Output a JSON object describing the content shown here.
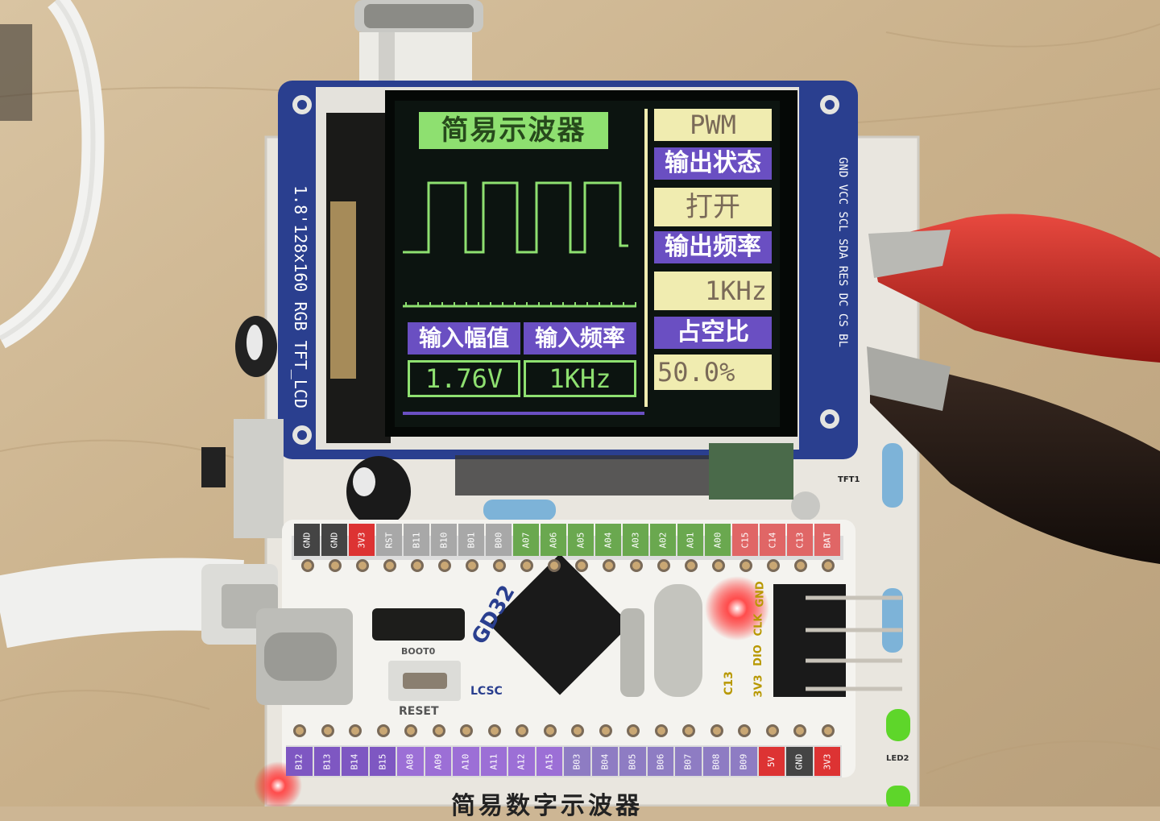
{
  "lcd_module": {
    "silkscreen": "1.8'128x160 RGB TFT_LCD",
    "pin_labels": [
      "GND",
      "VCC",
      "SCL",
      "SDA",
      "RES",
      "DC",
      "CS",
      "BL"
    ]
  },
  "screen": {
    "title": "简易示波器",
    "right_panel": {
      "mode": "PWM",
      "output_state_label": "输出状态",
      "output_state_value": "打开",
      "output_freq_label": "输出频率",
      "output_freq_value": "1KHz",
      "duty_label": "占空比",
      "duty_value": "50.0%"
    },
    "measure": {
      "amp_label": "输入幅值",
      "freq_label": "输入频率",
      "amp_value": "1.76V",
      "freq_value": "1KHz"
    },
    "colors": {
      "title_bg": "#8ee070",
      "label_bg": "#6a4fc2",
      "value_bg": "#f0ecb0",
      "trace": "#8ee070",
      "screen_bg": "#0c1410"
    }
  },
  "board": {
    "tft_label": "TFT1",
    "top_pins": [
      "GND",
      "GND",
      "3V3",
      "RST",
      "B11",
      "B10",
      "B01",
      "B00",
      "A07",
      "A06",
      "A05",
      "A04",
      "A03",
      "A02",
      "A01",
      "A00",
      "C15",
      "C14",
      "C13",
      "BAT"
    ],
    "bottom_pins": [
      "B12",
      "B13",
      "B14",
      "B15",
      "A08",
      "A09",
      "A10",
      "A11",
      "A12",
      "A15",
      "B03",
      "B04",
      "B05",
      "B06",
      "B07",
      "B08",
      "B09",
      "5V",
      "GND",
      "3V3"
    ],
    "chip_brand": "GD32",
    "logo_text": "LCSC",
    "boot_label": "BOOT0",
    "reset_label": "RESET",
    "swd_pins": [
      "GND",
      "CLK",
      "DIO",
      "3V3"
    ],
    "c13_label": "C13",
    "led_label": "LED2",
    "bottom_caption": "简易数字示波器"
  }
}
